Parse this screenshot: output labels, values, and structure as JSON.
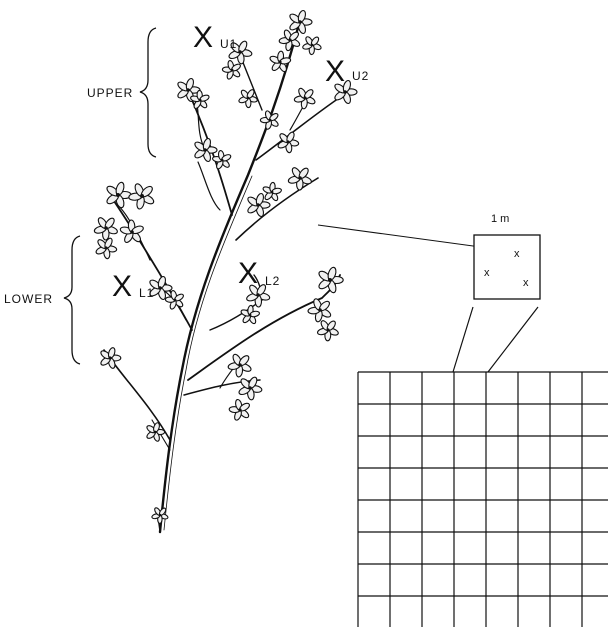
{
  "labels": {
    "upper": "UPPER",
    "lower": "LOWER",
    "scale": "1 m"
  },
  "sample_points": [
    {
      "mark": "X",
      "sub": "U1"
    },
    {
      "mark": "X",
      "sub": "U2"
    },
    {
      "mark": "X",
      "sub": "L1"
    },
    {
      "mark": "X",
      "sub": "L2"
    }
  ],
  "quadrat_marks": [
    "x",
    "x",
    "x"
  ],
  "grid": {
    "columns": 8,
    "rows": 8
  },
  "colors": {
    "ink": "#111111",
    "leaf_fill": "#f2f2f2",
    "background": "#ffffff"
  }
}
